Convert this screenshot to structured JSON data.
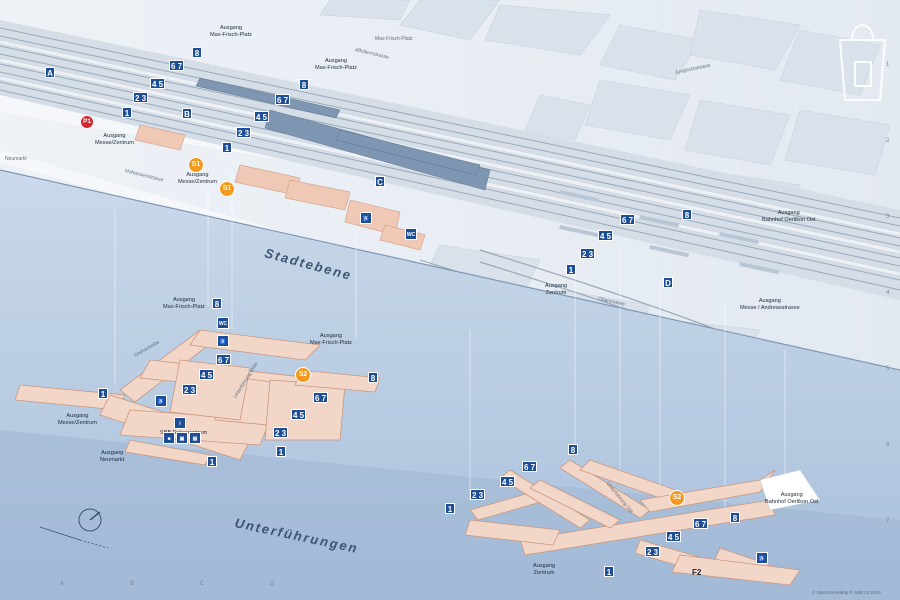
{
  "plane_titles": {
    "street_level": "Stadtebene",
    "underground_level": "Unterführungen"
  },
  "colors": {
    "platform_sign": "#1e4f96",
    "s_bahn": "#f39a1e",
    "parking": "#d52530",
    "underpass": "#f2d6c8",
    "upper_plane": "#e7edf4",
    "lower_plane": "#bfd1e6"
  },
  "streets": [
    {
      "id": "affoltern",
      "text": "Affolternstrasse"
    },
    {
      "id": "max-frisch",
      "text": "Max-Frisch-Platz"
    },
    {
      "id": "jungholz",
      "text": "Jungholzstrasse"
    },
    {
      "id": "hofwiesen",
      "text": "Hofwiesenstrasse"
    },
    {
      "id": "neumarkt",
      "text": "Neumarkt"
    },
    {
      "id": "dreh",
      "text": "Drehscheibe"
    },
    {
      "id": "ober",
      "text": "Oberstrasse"
    },
    {
      "id": "unter",
      "text": "Unterführung Mitte"
    },
    {
      "id": "unter2",
      "text": "Unterführung Ost"
    }
  ],
  "exits_upper": [
    {
      "id": "u-max1",
      "text": "Ausgang\nMax-Frisch-Platz"
    },
    {
      "id": "u-max2",
      "text": "Ausgang\nMax-Frisch-Platz"
    },
    {
      "id": "u-messe",
      "text": "Ausgang\nMesse/Zentrum"
    },
    {
      "id": "u-messe2",
      "text": "Ausgang\nMesse/Zentrum"
    },
    {
      "id": "u-zentrum",
      "text": "Ausgang\nZentrum"
    },
    {
      "id": "u-oerlikon",
      "text": "Ausgang\nBahnhof Oerlikon Ost"
    },
    {
      "id": "u-andreas",
      "text": "Ausgang\nMesse / Andreasstrasse"
    }
  ],
  "exits_lower": [
    {
      "id": "l-max1",
      "text": "Ausgang\nMax-Frisch-Platz"
    },
    {
      "id": "l-max2",
      "text": "Ausgang\nMax-Frisch-Platz"
    },
    {
      "id": "l-messe",
      "text": "Ausgang\nMesse/Zentrum"
    },
    {
      "id": "l-neumarkt",
      "text": "Ausgang\nNeumarkt"
    },
    {
      "id": "l-zentrum",
      "text": "Ausgang\nZentrum"
    },
    {
      "id": "l-oerlikon",
      "text": "Ausgang\nBahnhof Oerlikon Ost"
    },
    {
      "id": "l-reise",
      "text": "SBB Reisezentrum"
    }
  ],
  "platform_signs": [
    {
      "id": "A",
      "text": "A"
    },
    {
      "id": "B",
      "text": "B"
    },
    {
      "id": "C",
      "text": "C"
    },
    {
      "id": "D",
      "text": "D"
    },
    {
      "id": "u8a",
      "text": "8"
    },
    {
      "id": "u67a",
      "text": "6 7"
    },
    {
      "id": "u45a",
      "text": "4 5"
    },
    {
      "id": "u23a",
      "text": "2 3"
    },
    {
      "id": "u1a",
      "text": "1"
    },
    {
      "id": "u8b",
      "text": "8"
    },
    {
      "id": "u67b",
      "text": "6 7"
    },
    {
      "id": "u45b",
      "text": "4 5"
    },
    {
      "id": "u23b",
      "text": "2 3"
    },
    {
      "id": "u1b",
      "text": "1"
    },
    {
      "id": "u8c",
      "text": "8"
    },
    {
      "id": "u67c",
      "text": "6 7"
    },
    {
      "id": "u45c",
      "text": "4 5"
    },
    {
      "id": "u23c",
      "text": "2 3"
    },
    {
      "id": "u1c",
      "text": "1"
    },
    {
      "id": "l8a",
      "text": "8"
    },
    {
      "id": "l67a",
      "text": "6 7"
    },
    {
      "id": "l45a",
      "text": "4 5"
    },
    {
      "id": "l23a",
      "text": "2 3"
    },
    {
      "id": "l1a",
      "text": "1"
    },
    {
      "id": "l8b",
      "text": "8"
    },
    {
      "id": "l67b",
      "text": "6 7"
    },
    {
      "id": "l45b",
      "text": "4 5"
    },
    {
      "id": "l23b",
      "text": "2 3"
    },
    {
      "id": "l1b",
      "text": "1"
    },
    {
      "id": "l1c",
      "text": "1"
    },
    {
      "id": "l8c",
      "text": "8"
    },
    {
      "id": "l67c",
      "text": "6 7"
    },
    {
      "id": "l45c",
      "text": "4 5"
    },
    {
      "id": "l23c",
      "text": "2 3"
    },
    {
      "id": "l1d",
      "text": "1"
    },
    {
      "id": "l8d",
      "text": "8"
    },
    {
      "id": "l67d",
      "text": "6 7"
    },
    {
      "id": "l45d",
      "text": "4 5"
    },
    {
      "id": "l23d",
      "text": "2 3"
    },
    {
      "id": "l1e",
      "text": "1"
    }
  ],
  "s_bahn_badges": [
    {
      "id": "s1a",
      "text": "S1"
    },
    {
      "id": "s1b",
      "text": "S1"
    },
    {
      "id": "s2a",
      "text": "S2"
    },
    {
      "id": "s2b",
      "text": "S2"
    }
  ],
  "parking": {
    "text": "P1"
  },
  "wc_labels": [
    {
      "id": "wc1",
      "text": "WC"
    },
    {
      "id": "wc2",
      "text": "WC"
    }
  ],
  "f2_label": "F2",
  "grid_letters": [
    "A",
    "B",
    "C",
    "D"
  ],
  "grid_numbers": [
    "1",
    "2",
    "3",
    "4",
    "5",
    "6",
    "7"
  ],
  "copyright": "© OpenStreetMap  © SBB 04.2019"
}
